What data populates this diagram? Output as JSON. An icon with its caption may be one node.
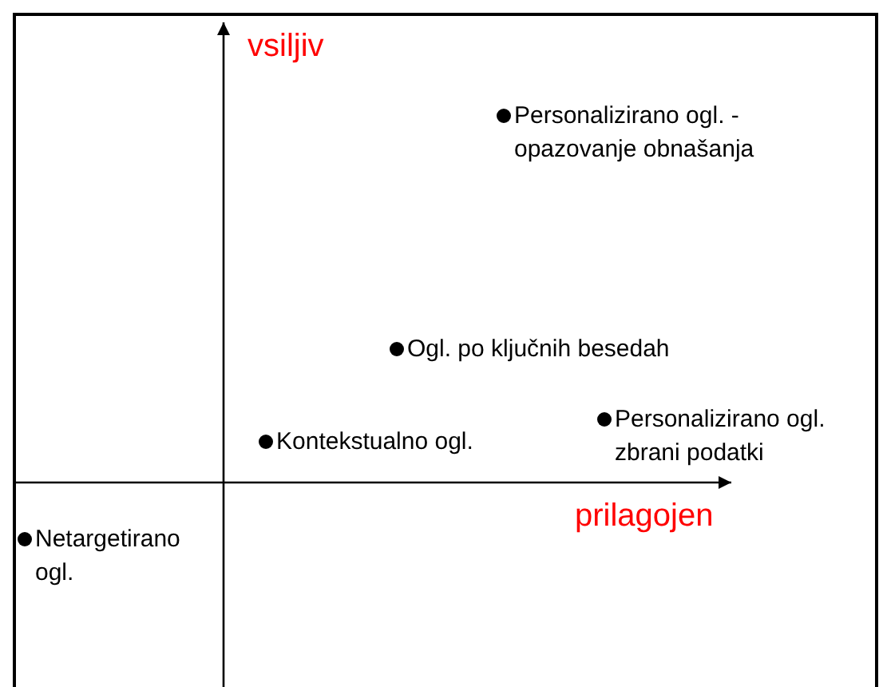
{
  "diagram": {
    "nodes": [
      {
        "text": [
          "Personalizirano ogl. - opazovanje obnašanja"
        ]
      },
      {
        "text": [
          "Ogl. po ključnih besedah"
        ]
      },
      {
        "text": [
          "Personalizirano ogl. zbrani podatki"
        ]
      },
      {
        "text": [
          "Kontekstualno ogl."
        ]
      },
      {
        "text": [
          "Netargetirano ogl."
        ]
      }
    ],
    "labels": [
      "vsiljiv",
      "prilagojen"
    ]
  }
}
